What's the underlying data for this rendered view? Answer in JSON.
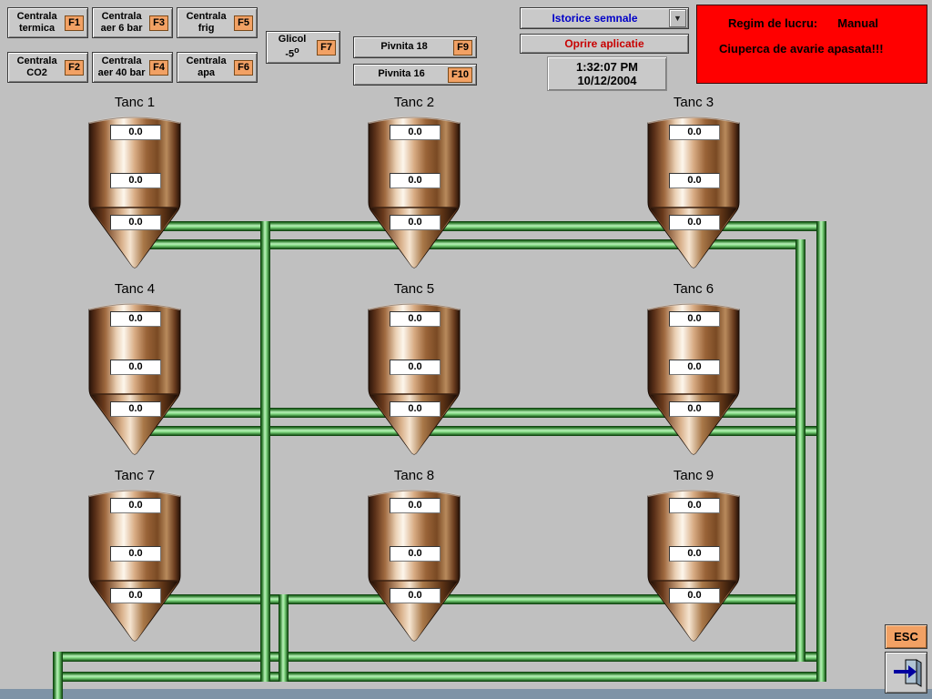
{
  "toolbar": {
    "nav_buttons": [
      {
        "line1": "Centrala",
        "line2": "termica",
        "fkey": "F1"
      },
      {
        "line1": "Centrala",
        "line2": "aer 6 bar",
        "fkey": "F3"
      },
      {
        "line1": "Centrala",
        "line2": "frig",
        "fkey": "F5"
      },
      {
        "line1": "Centrala",
        "line2": "CO2",
        "fkey": "F2"
      },
      {
        "line1": "Centrala",
        "line2": "aer 40 bar",
        "fkey": "F4"
      },
      {
        "line1": "Centrala",
        "line2": "apa",
        "fkey": "F6"
      }
    ],
    "glicol": {
      "line1": "Glicol",
      "value": "-5",
      "sup": "o",
      "fkey": "F7"
    },
    "pivnita": [
      {
        "label": "Pivnita 18",
        "fkey": "F9"
      },
      {
        "label": "Pivnita 16",
        "fkey": "F10"
      }
    ],
    "istorice": {
      "label": "Istorice semnale",
      "arrow": "▼"
    },
    "oprire": {
      "label": "Oprire aplicatie"
    },
    "clock": {
      "time": "1:32:07 PM",
      "date": "10/12/2004"
    },
    "alarm": {
      "label": "Regim de lucru:",
      "value": "Manual",
      "message": "Ciuperca de avarie apasata!!!"
    }
  },
  "tanks": [
    {
      "name": "Tanc 1",
      "values": [
        "0.0",
        "0.0",
        "0.0"
      ]
    },
    {
      "name": "Tanc 2",
      "values": [
        "0.0",
        "0.0",
        "0.0"
      ]
    },
    {
      "name": "Tanc 3",
      "values": [
        "0.0",
        "0.0",
        "0.0"
      ]
    },
    {
      "name": "Tanc 4",
      "values": [
        "0.0",
        "0.0",
        "0.0"
      ]
    },
    {
      "name": "Tanc 5",
      "values": [
        "0.0",
        "0.0",
        "0.0"
      ]
    },
    {
      "name": "Tanc 6",
      "values": [
        "0.0",
        "0.0",
        "0.0"
      ]
    },
    {
      "name": "Tanc 7",
      "values": [
        "0.0",
        "0.0",
        "0.0"
      ]
    },
    {
      "name": "Tanc 8",
      "values": [
        "0.0",
        "0.0",
        "0.0"
      ]
    },
    {
      "name": "Tanc 9",
      "values": [
        "0.0",
        "0.0",
        "0.0"
      ]
    }
  ],
  "exit": {
    "esc": "ESC"
  },
  "colors": {
    "background": "#C0C0C0",
    "alarm_bg": "#FF0000",
    "fkey_bg": "#F2A164",
    "pipe_green": "#2F7D2F",
    "istorice_text": "#0000C8",
    "oprire_text": "#C80000"
  }
}
